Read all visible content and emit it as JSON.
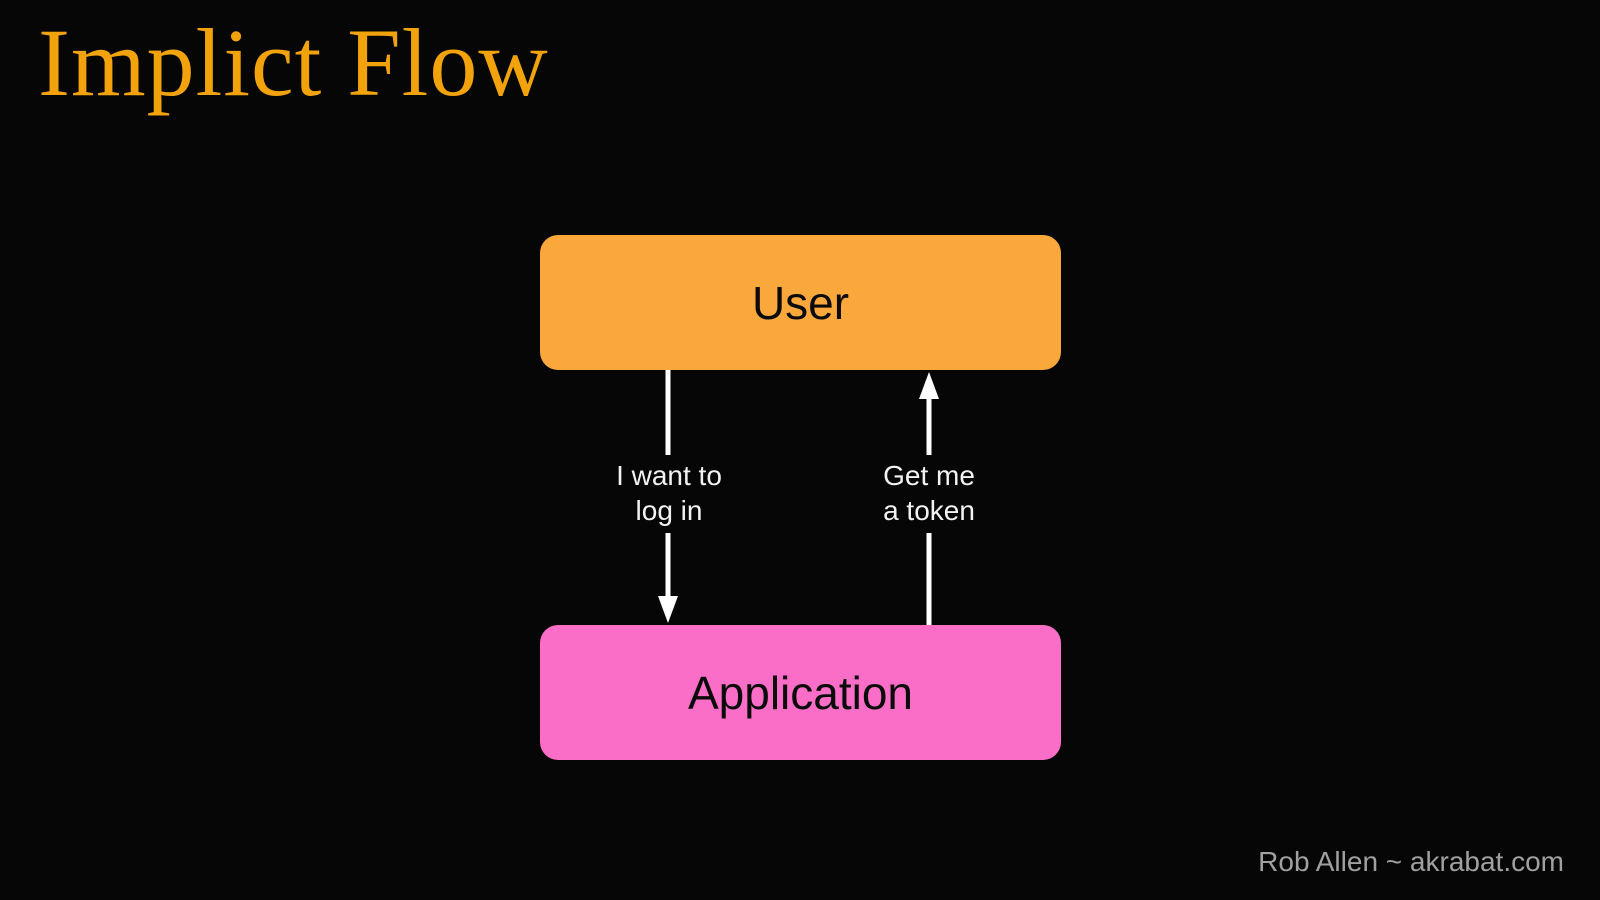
{
  "slide": {
    "title": "Implict Flow",
    "footer": "Rob Allen ~ akrabat.com"
  },
  "colors": {
    "background": "#060606",
    "title_text": "#F2A30C",
    "user_box_fill": "#FAA83B",
    "application_box_fill": "#FB6EC7",
    "box_label_text": "#0B0B0B",
    "arrow_stroke": "#FFFFFF",
    "edge_label_text": "#F2F2F2",
    "footer_text": "#A0A0A0"
  },
  "diagram": {
    "nodes": [
      {
        "id": "user",
        "label": "User"
      },
      {
        "id": "application",
        "label": "Application"
      }
    ],
    "edges": [
      {
        "from": "user",
        "to": "application",
        "direction": "down",
        "lines": [
          "I want to",
          "log in"
        ]
      },
      {
        "from": "application",
        "to": "user",
        "direction": "up",
        "lines": [
          "Get me",
          "a token"
        ]
      }
    ]
  }
}
